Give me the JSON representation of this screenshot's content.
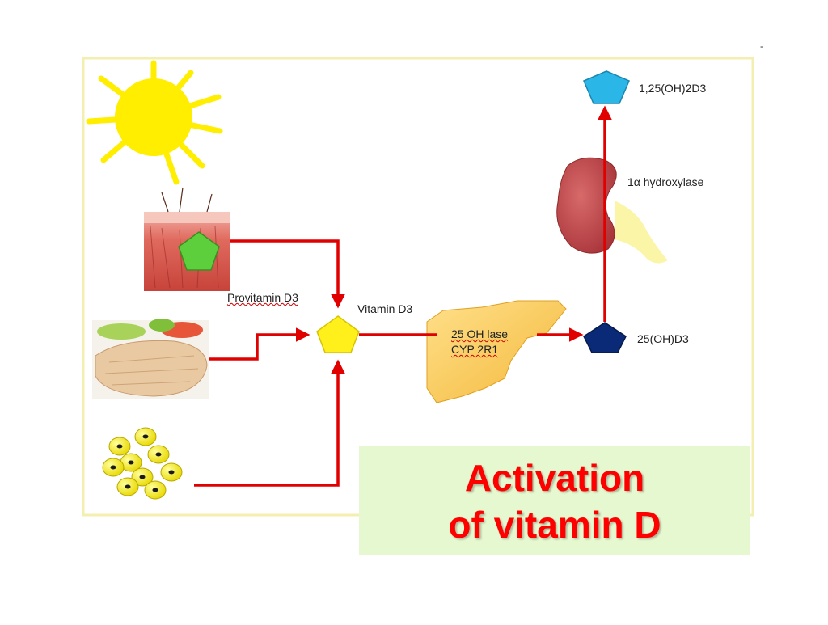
{
  "labels": {
    "provitamin": "Provitamin D3",
    "vitamin": "Vitamin D3",
    "enzyme_line1": "25 OH lase",
    "enzyme_line2": "CYP 2R1",
    "calcidiol": "25(OH)D3",
    "hydroxylase": "1α hydroxylase",
    "calcitriol": "1,25(OH)2D3"
  },
  "caption": {
    "line1": "Activation",
    "line2": "of vitamin D"
  },
  "corner_mark": "-",
  "colors": {
    "frame": "#f3efb0",
    "arrow": "#e00000",
    "sun": "#ffee00",
    "provitamin_pentagon": "#5ecf3c",
    "vitamin_pentagon": "#ffef1a",
    "calcidiol_pentagon": "#0a2a78",
    "calcitriol_pentagon": "#2bb6e8",
    "caption_text": "#ff0000",
    "caption_bg": "#e6f8cf"
  },
  "icons": [
    "sun-icon",
    "skin-icon",
    "fish-food-icon",
    "supplement-pills-icon",
    "liver-icon",
    "kidney-icon"
  ]
}
